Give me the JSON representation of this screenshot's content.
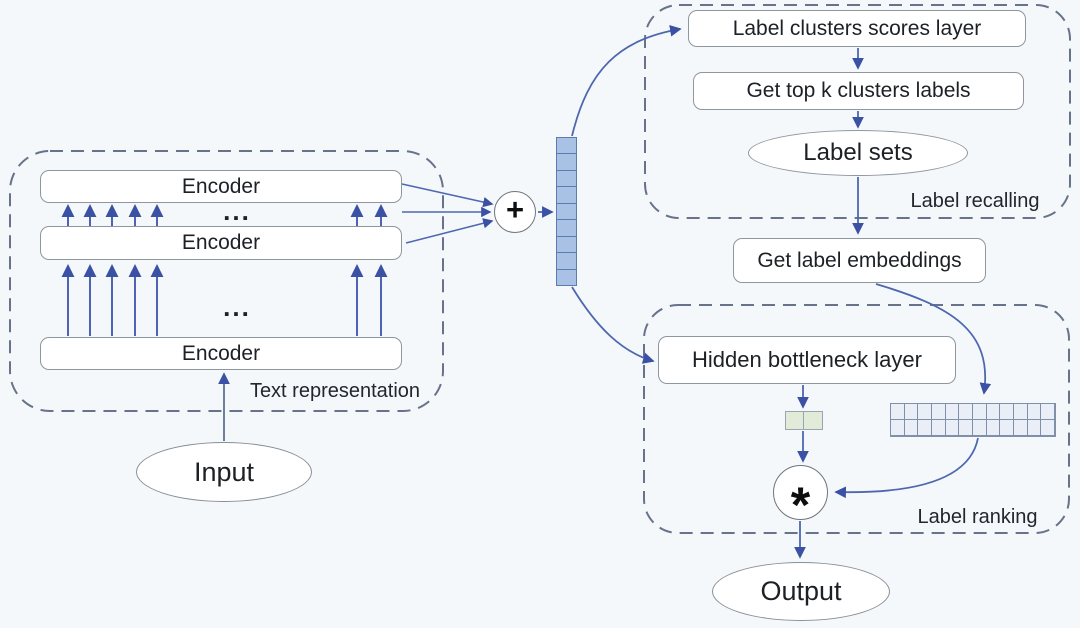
{
  "colors": {
    "background": "#f5f8fb",
    "arrow_blue": "#4e68b0",
    "arrowhead": "#3b51a4",
    "box_border": "#8e969e",
    "dashed_border": "#66738a",
    "vector_fill": "#a9c1e4",
    "vector_border": "#5b7cb0",
    "grid_fill": "#e9eef7",
    "grid_border": "#8090aa",
    "bottleneck_cell_fill": "#e2ebd7",
    "text": "#1d2126"
  },
  "text_representation": {
    "title": "Text representation",
    "encoder_top": "Encoder",
    "encoder_middle": "Encoder",
    "encoder_bottom": "Encoder",
    "dots_upper": "...",
    "dots_lower": "..."
  },
  "input": {
    "label": "Input"
  },
  "aggregator": {
    "symbol": "+"
  },
  "vector_bar": {
    "cells": 9
  },
  "label_recalling": {
    "title": "Label recalling",
    "scores_layer": "Label clusters scores layer",
    "top_k": "Get top k clusters labels",
    "label_sets": "Label sets"
  },
  "embeddings": {
    "label": "Get label embeddings"
  },
  "label_ranking": {
    "title": "Label ranking",
    "bottleneck": "Hidden bottleneck layer",
    "multiplier_symbol": "*"
  },
  "bottleneck_vector": {
    "cells": 2
  },
  "embedding_grid": {
    "rows": 2,
    "cols": 12
  },
  "output": {
    "label": "Output"
  }
}
